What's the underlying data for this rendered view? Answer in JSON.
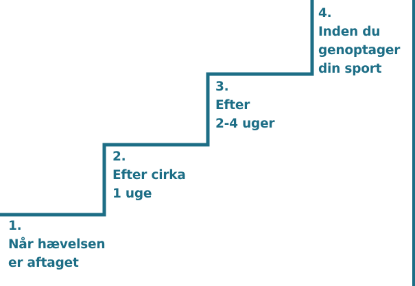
{
  "colors": {
    "stair_line": "#1d6e86",
    "text": "#1d6e86",
    "background": "#ffffff"
  },
  "steps": [
    {
      "number": "1.",
      "lines": [
        "Når hævelsen",
        "er aftaget"
      ]
    },
    {
      "number": "2.",
      "lines": [
        "Efter cirka",
        "1 uge"
      ]
    },
    {
      "number": "3.",
      "lines": [
        "Efter",
        "2-4 uger"
      ]
    },
    {
      "number": "4.",
      "lines": [
        "Inden du",
        "genoptager",
        "din sport"
      ]
    }
  ]
}
